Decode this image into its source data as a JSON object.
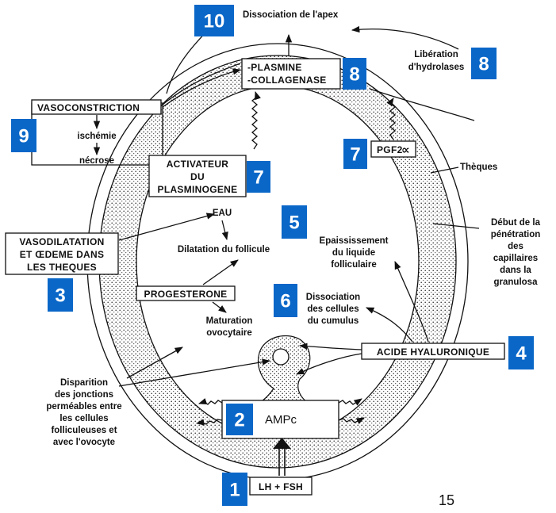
{
  "colors": {
    "badge": "#0a67c8",
    "badge_text": "#ffffff",
    "ink": "#111111"
  },
  "badges": {
    "b1": "1",
    "b2": "2",
    "b3": "3",
    "b4": "4",
    "b5": "5",
    "b6": "6",
    "b7a": "7",
    "b7b": "7",
    "b8a": "8",
    "b8b": "8",
    "b9": "9",
    "b10": "10"
  },
  "labels": {
    "apex": "Dissociation de l'apex",
    "liberation_1": "Libération",
    "liberation_2": "d'hydrolases",
    "plasmine": "-PLASMINE",
    "collagenase": "-COLLAGENASE",
    "vasoconstriction": "VASOCONSTRICTION",
    "ischemie": "ischémie",
    "necrose": "nécrose",
    "activateur_1": "ACTIVATEUR",
    "activateur_2": "DU",
    "activateur_3": "PLASMINOGENE",
    "pgf": "PGF2",
    "alpha": "∝",
    "theques": "Thèques",
    "eau": "EAU",
    "dilatation": "Dilatation du follicule",
    "epaiss_1": "Epaississement",
    "epaiss_2": "du liquide",
    "epaiss_3": "folliculaire",
    "penetration_1": "Début de la",
    "penetration_2": "pénétration",
    "penetration_3": "des",
    "penetration_4": "capillaires",
    "penetration_5": "dans la",
    "penetration_6": "granulosa",
    "vasodil_1": "VASODILATATION",
    "vasodil_2": "ET ŒDEME DANS",
    "vasodil_3": "LES THEQUES",
    "progesterone": "PROGESTERONE",
    "dissociation_1": "Dissociation",
    "dissociation_2": "des cellules",
    "dissociation_3": "du cumulus",
    "maturation_1": "Maturation",
    "maturation_2": "ovocytaire",
    "acide": "ACIDE HYALURONIQUE",
    "disparition_1": "Disparition",
    "disparition_2": "des jonctions",
    "disparition_3": "perméables entre",
    "disparition_4": "les cellules",
    "disparition_5": "folliculeuses et",
    "disparition_6": "avec l'ovocyte",
    "ampc": "AMPc",
    "lh_fsh": "LH + FSH",
    "page_number": "15"
  }
}
